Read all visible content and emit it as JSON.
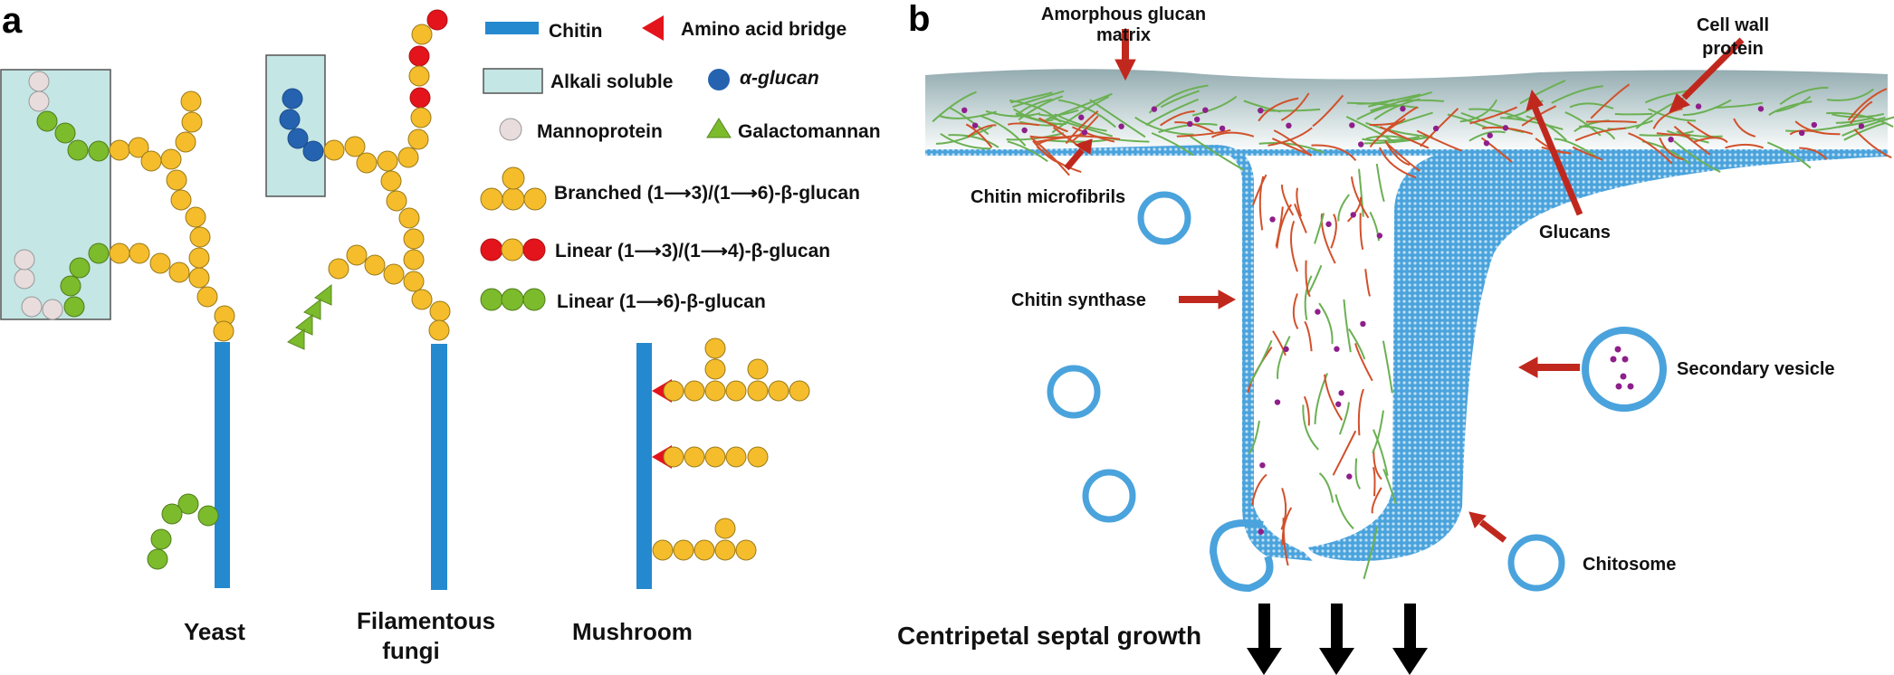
{
  "colors": {
    "chitin": "#2589cf",
    "alkali_box": "#c4e6e4",
    "mannoprotein": "#e9dcdc",
    "alpha_glucan": "#2563b0",
    "branched_glucan": "#f5bd2c",
    "linear_13_14": "#e3141b",
    "linear_16": "#7cbb2c",
    "galactomannan": "#7cbb2c",
    "amino_bridge": "#e3141b",
    "arrow_red": "#c0281e",
    "membrane": "#3a9bd6",
    "fibril_red": "#d1512b",
    "fibril_green": "#6bb053",
    "protein_dot": "#8e1f8a",
    "matrix_top": "#9fb4b8"
  },
  "panel_a": {
    "label": "a",
    "legend": [
      {
        "symbol": "chitin-bar",
        "text": "Chitin"
      },
      {
        "symbol": "red-triangle",
        "text": "Amino acid bridge"
      },
      {
        "symbol": "alkali-box",
        "text": "Alkali soluble"
      },
      {
        "symbol": "blue-circle",
        "text": "α-glucan"
      },
      {
        "symbol": "grey-circle",
        "text": "Mannoprotein"
      },
      {
        "symbol": "green-triangle",
        "text": "Galactomannan"
      },
      {
        "symbol": "yellow-cluster",
        "text": "Branched (1⟶3)/(1⟶6)-β-glucan"
      },
      {
        "symbol": "red-yellow-red",
        "text": "Linear (1⟶3)/(1⟶4)-β-glucan"
      },
      {
        "symbol": "green-triple",
        "text": "Linear (1⟶6)-β-glucan"
      }
    ],
    "organisms": [
      "Yeast",
      "Filamentous",
      "fungi",
      "Mushroom"
    ]
  },
  "panel_b": {
    "label": "b",
    "labels": {
      "amorphous": [
        "Amorphous glucan",
        "matrix"
      ],
      "cell_wall_protein": [
        "Cell wall",
        "protein"
      ],
      "chitin_microfibrils": "Chitin microfibrils",
      "glucans": "Glucans",
      "chitin_synthase": "Chitin synthase",
      "secondary_vesicle": "Secondary vesicle",
      "chitosome": "Chitosome",
      "centripetal": "Centripetal septal growth"
    }
  }
}
